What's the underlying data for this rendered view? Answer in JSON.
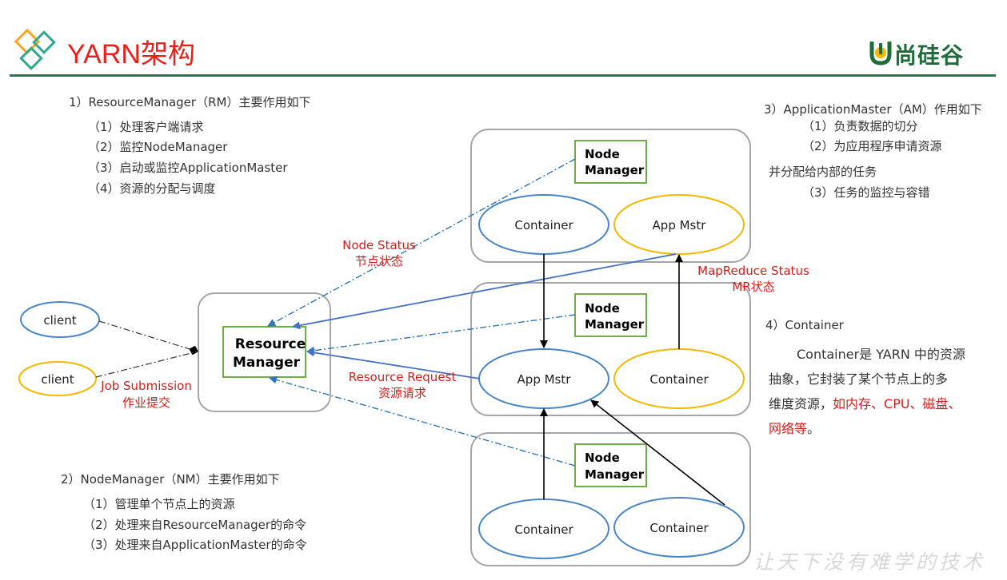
{
  "title": "YARN架构",
  "logo": {
    "text": "尚硅谷"
  },
  "watermark": "让天下没有难学的技术",
  "rm_section": {
    "heading": "1）ResourceManager（RM）主要作用如下",
    "items": [
      "（1）处理客户端请求",
      "（2）监控NodeManager",
      "（3）启动或监控ApplicationMaster",
      "（4）资源的分配与调度"
    ]
  },
  "nm_section": {
    "heading": "2）NodeManager（NM）主要作用如下",
    "items": [
      "（1）管理单个节点上的资源",
      "（2）处理来自ResourceManager的命令",
      "（3）处理来自ApplicationMaster的命令"
    ]
  },
  "am_section": {
    "heading": "3）ApplicationMaster（AM）作用如下",
    "items": [
      "（1）负责数据的切分",
      "（2）为应用程序申请资源",
      "并分配给内部的任务",
      "（3）任务的监控与容错"
    ]
  },
  "container_section": {
    "heading": "4）Container",
    "line1": "Container是 YARN 中的资源",
    "line2": "抽象，它封装了某个节点上的多",
    "line3_black": "维度资源，",
    "line3_red": "如内存、CPU、磁盘、",
    "line4_red": "网络等",
    "line4_black": "。"
  },
  "diagram": {
    "clients": [
      "client",
      "client"
    ],
    "resource_manager": [
      "Resource",
      "Manager"
    ],
    "node_manager": [
      "Node",
      "Manager"
    ],
    "container": "Container",
    "app_mstr": "App Mstr",
    "labels": {
      "node_status_en": "Node Status",
      "node_status_cn": "节点状态",
      "mr_status_en": "MapReduce Status",
      "mr_status_cn": "MR状态",
      "resource_request_en": "Resource Request",
      "resource_request_cn": "资源请求",
      "job_submission_en": "Job Submission",
      "job_submission_cn": "作业提交"
    },
    "colors": {
      "blue_ellipse": "#4a86c5",
      "orange_ellipse": "#f5b800",
      "green_box": "#70ad47",
      "blue_arrow": "#4472c4",
      "dashdot": "#2e75b6",
      "label_red": "#d0201c"
    }
  }
}
